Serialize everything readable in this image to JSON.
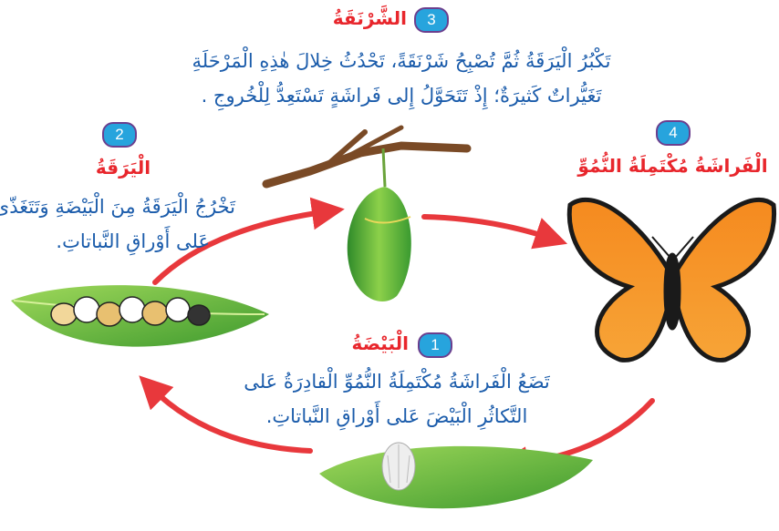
{
  "stages": [
    {
      "number": "1",
      "title": "الْبَيْضَةُ",
      "lines": [
        "تَضَعُ الْفَراشَةُ مُكْتَمِلَةُ النُّمُوِّ الْقادِرَةُ عَلى",
        "التَّكاثُرِ الْبَيْضَ عَلى أَوْراقِ النَّباتاتِ."
      ]
    },
    {
      "number": "2",
      "title": "الْيَرَقَةُ",
      "lines": [
        "تَخْرُجُ الْيَرَقَةُ مِنَ الْبَيْضَةِ وَتَتَغَذّى",
        "عَلى أَوْراقِ النَّباتاتِ."
      ]
    },
    {
      "number": "3",
      "title": "الشَّرْنَقَةُ",
      "lines": [
        "تَكْبُرُ الْيَرَقَةُ ثُمَّ تُصْبِحُ شَرْنَقَةً، تَحْدُثُ خِلالَ هٰذِهِ الْمَرْحَلَةِ",
        "تَغَيُّراتٌ كَثيرَةٌ؛ إِذْ تَتَحَوَّلُ إِلى فَراشَةٍ تَسْتَعِدُّ لِلْخُروجِ ."
      ]
    },
    {
      "number": "4",
      "title": "الْفَراشَةُ مُكْتَمِلَةُ النُّمُوِّ"
    }
  ],
  "colors": {
    "title": "#e8262c",
    "text": "#1b5cab",
    "badge": "#27a4dd",
    "arrow": "#e8383c",
    "leaf": "#5cb83a"
  },
  "icons": [
    "egg-on-leaf",
    "caterpillar-on-leaf",
    "chrysalis-on-branch",
    "monarch-butterfly",
    "cycle-arrow"
  ]
}
